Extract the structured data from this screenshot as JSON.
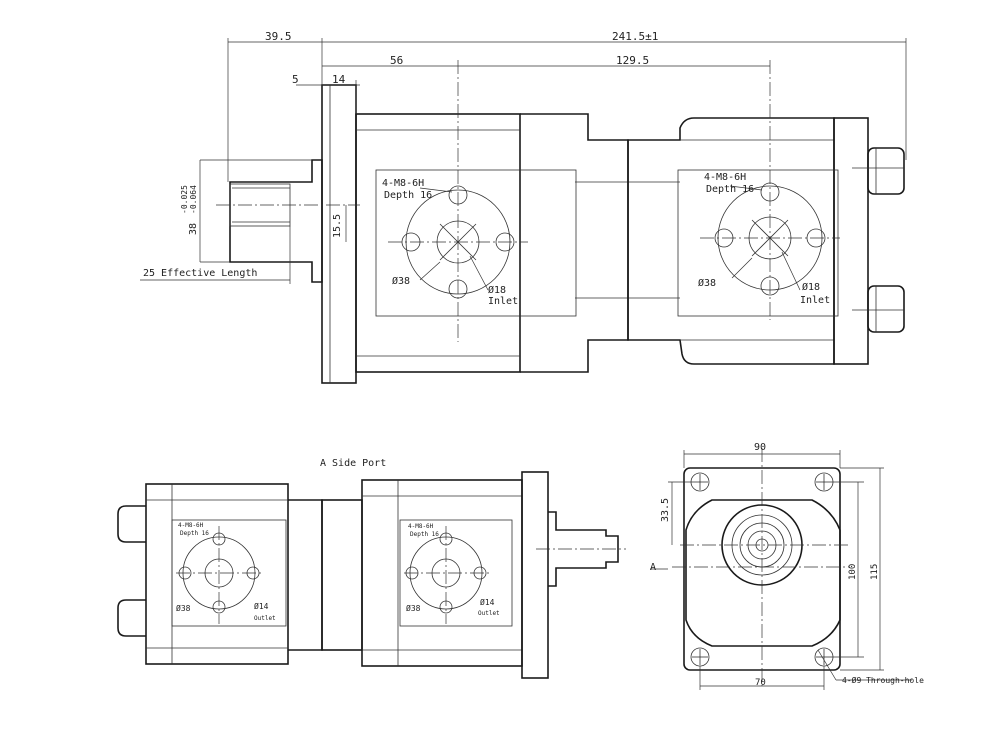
{
  "top_view": {
    "dim_shaft_offset": "39.5",
    "dim_overall_length": "241.5±1",
    "dim_front_port": "56",
    "dim_port_spacing": "129.5",
    "dim_5": "5",
    "dim_14": "14",
    "dim_shaft_dia": "38",
    "dim_tolerance_upper": "-0.025",
    "dim_tolerance_lower": "-0.064",
    "dim_15_5": "15.5",
    "effective_length": "25 Effective Length",
    "front_port": {
      "thread": "4-M8-6H",
      "depth": "Depth 16",
      "pcd": "Ø38",
      "bore": "Ø18",
      "name": "Inlet"
    },
    "rear_port": {
      "thread": "4-M8-6H",
      "depth": "Depth 16",
      "pcd": "Ø38",
      "bore": "Ø18",
      "name": "Inlet"
    }
  },
  "side_view": {
    "title": "A Side Port",
    "left_port": {
      "thread": "4-M8-6H",
      "depth": "Depth 16",
      "pcd": "Ø38",
      "bore": "Ø14",
      "name": "Outlet"
    },
    "right_port": {
      "thread": "4-M8-6H",
      "depth": "Depth 16",
      "pcd": "Ø38",
      "bore": "Ø14",
      "name": "Outlet"
    }
  },
  "end_view": {
    "dim_width": "90",
    "dim_33_5": "33.5",
    "dim_100": "100",
    "dim_115": "115",
    "dim_70": "70",
    "through_hole": "4-Ø9 Through-hole",
    "view_marker": "A"
  }
}
